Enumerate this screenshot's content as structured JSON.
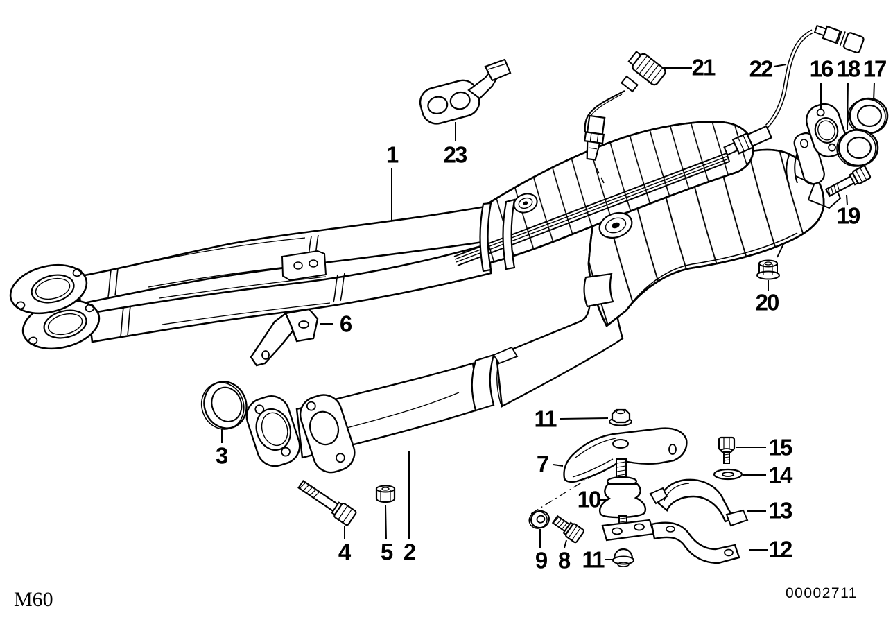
{
  "page": {
    "background": "#ffffff",
    "ink": "#000000"
  },
  "diagram": {
    "model_code": "M60",
    "diagram_number": "00002711"
  },
  "callouts": {
    "c1": "1",
    "c2": "2",
    "c3": "3",
    "c4": "4",
    "c5": "5",
    "c6": "6",
    "c7": "7",
    "c8": "8",
    "c9": "9",
    "c10": "10",
    "c11_upper": "11",
    "c11_lower": "11",
    "c12": "12",
    "c13": "13",
    "c14": "14",
    "c15": "15",
    "c16": "16",
    "c17": "17",
    "c18": "18",
    "c19": "19",
    "c20": "20",
    "c21": "21",
    "c22": "22",
    "c23": "23"
  }
}
